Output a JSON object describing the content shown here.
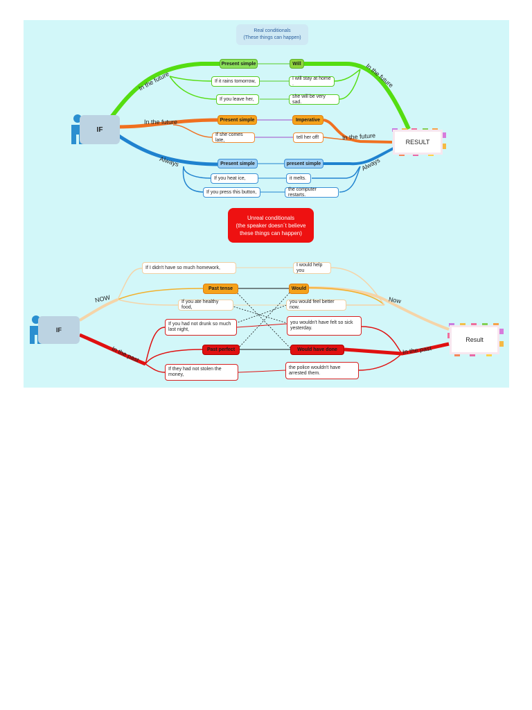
{
  "real": {
    "title": [
      "Real conditionals",
      "(These things can happen)"
    ],
    "if_label": "IF",
    "result_label": "RESULT",
    "branches": {
      "future_will": {
        "left_label": "In the future",
        "right_label": "In the future",
        "if_head": "Present simple",
        "result_head": "Will",
        "if_examples": [
          "If it rains tomorrow,",
          "If you leave her,"
        ],
        "result_examples": [
          "I will stay at home .",
          "she will be very sad."
        ]
      },
      "future_imperative": {
        "left_label": "In the future",
        "right_label": "In the future",
        "if_head": "Present simple",
        "result_head": "Imperative",
        "if_examples": [
          "If she comes late,"
        ],
        "result_examples": [
          "tell her off!"
        ]
      },
      "always": {
        "left_label": "Always",
        "right_label": "Always",
        "if_head": "Present simple",
        "result_head": "present simple",
        "if_examples": [
          "If you heat ice,",
          "If you press this button,"
        ],
        "result_examples": [
          "it melts.",
          "the computer restarts."
        ]
      }
    }
  },
  "unreal": {
    "title": [
      "Unreal conditionals",
      "(the speaker doesn´t believe",
      "these things can happen)"
    ],
    "if_label": "IF",
    "result_label": "Result",
    "now": {
      "left_label": "NOW",
      "right_label": "Now",
      "if_head": "Past tense",
      "result_head": "Would",
      "if_examples": [
        "If I didn't have so much homework,",
        "If you ate healthy food,"
      ],
      "result_examples": [
        "I would help you",
        "you would feel better now."
      ]
    },
    "past": {
      "left_label": "In the past",
      "right_label": "In the past",
      "if_head": "Past perfect",
      "result_head": "Would have done",
      "if_examples": [
        "If you had not drunk so much last night,",
        "If they had not stolen the money,"
      ],
      "result_examples": [
        "you wouldn't have felt so sick yesterday.",
        "the police wouldn't have arrested them."
      ]
    }
  },
  "colors": {
    "background": "#d2f7f9",
    "green": "#55dd11",
    "orange": "#f07020",
    "blue": "#1f82cf",
    "tan": "#f5d4a8",
    "red": "#e01010"
  }
}
